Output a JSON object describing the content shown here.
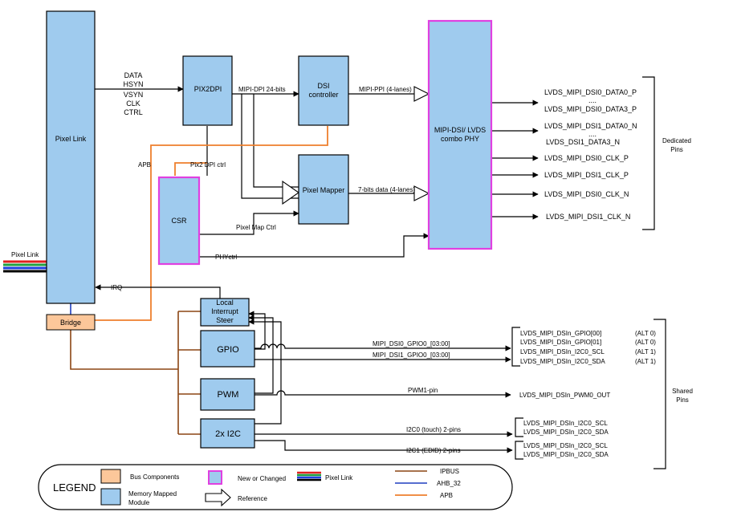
{
  "blocks": {
    "pixel_link": "Pixel Link",
    "pix2dpi": "PIX2DPI",
    "dsi_controller_line1": "DSI",
    "dsi_controller_line2": "controller",
    "phy_line1": "MIPI-DSI/ LVDS",
    "phy_line2": "combo PHY",
    "pixel_mapper": "Pixel Mapper",
    "csr": "CSR",
    "bridge": "Bridge",
    "lis_line1": "Local",
    "lis_line2": "Interrupt",
    "lis_line3": "Steer",
    "gpio": "GPIO",
    "pwm": "PWM",
    "i2c": "2x I2C"
  },
  "signals": {
    "pixel_signals": [
      "DATA",
      "HSYN",
      "VSYN",
      "CLK",
      "CTRL"
    ],
    "apb": "APB",
    "pixel_link_in": "Pixel Link",
    "irq": "IRQ",
    "mipi_dpi": "MIPI-DPI 24-bits",
    "mipi_ppi": "MIPI-PPI (4-lanes)",
    "seven_bits": "7-bits data (4-lanes)",
    "pix2dpi_ctrl": "Pix2 DPI ctrl",
    "pixel_map_ctrl": "Pixel Map Ctrl",
    "phy_ctrl": "PHYctrl",
    "gpio0_bus": "MIPI_DSI0_GPIO0_[03:00]",
    "gpio1_bus": "MIPI_DSI1_GPIO0_[03:00]",
    "pwm_pin": "PWM1-pin",
    "i2c0_pins": "I2C0 (touch) 2-pins",
    "i2c1_pins": "I2C1 (EDID) 2-pins"
  },
  "dedicated_pins": {
    "label_line1": "Dedicated",
    "label_line2": "Pins",
    "pins": [
      "LVDS_MIPI_DSI0_DATA0_P",
      "....",
      "LVDS_MIPI_DSI0_DATA3_P",
      "LVDS_MIPI_DSI1_DATA0_N",
      "....",
      "LVDS_DSI1_DATA3_N",
      "LVDS_MIPI_DSI0_CLK_P",
      "LVDS_MIPI_DSI1_CLK_P",
      "LVDS_MIPI_DSI0_CLK_N",
      "LVDS_MIPI_DSI1_CLK_N"
    ]
  },
  "shared_pins": {
    "label_line1": "Shared",
    "label_line2": "Pins",
    "gpio_pins": [
      "LVDS_MIPI_DSIn_GPIO[00]",
      "LVDS_MIPI_DSIn_GPIO[01]",
      "LVDS_MIPI_DSIn_I2C0_SCL",
      "LVDS_MIPI_DSIn_I2C0_SDA"
    ],
    "gpio_alts": [
      "(ALT 0)",
      "(ALT 0)",
      "(ALT 1)",
      "(ALT 1)"
    ],
    "pwm_pin": "LVDS_MIPI_DSIn_PWM0_OUT",
    "i2c0_pins": [
      "LVDS_MIPI_DSIn_I2C0_SCL",
      "LVDS_MIPI_DSIn_I2C0_SDA"
    ],
    "i2c1_pins": [
      "LVDS_MIPI_DSIn_I2C0_SCL",
      "LVDS_MIPI_DSIn_I2C0_SDA"
    ]
  },
  "legend": {
    "title": "LEGEND",
    "bus_components": "Bus Components",
    "memory_mapped_line1": "Memory Mapped",
    "memory_mapped_line2": "Module",
    "new_or_changed": "New or Changed",
    "reference": "Reference",
    "pixel_link": "Pixel Link",
    "ipbus": "IPBUS",
    "ahb": "AHB_32",
    "apb": "APB"
  },
  "colors": {
    "module_fill": "#9fcbee",
    "bus_fill": "#fcc79a",
    "new_border": "#e040e0",
    "ipbus": "#8b4513",
    "ahb": "#1f3fbf",
    "apb": "#ee7f2d",
    "pixel_link_stripes": [
      "#e02020",
      "#20a040",
      "#2040e0",
      "#000000"
    ]
  }
}
